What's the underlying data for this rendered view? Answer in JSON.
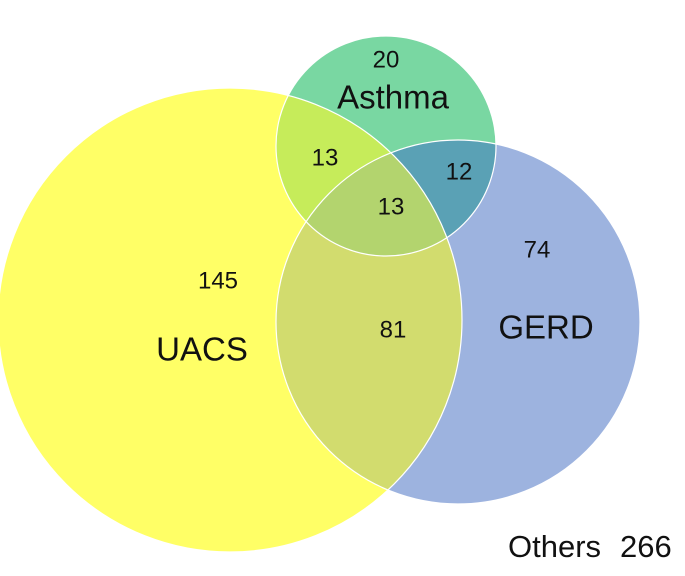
{
  "sets": {
    "asthma": {
      "name": "Asthma",
      "only": "20",
      "color": "#79d7a2"
    },
    "uacs": {
      "name": "UACS",
      "only": "145",
      "color": "#ffff66"
    },
    "gerd": {
      "name": "GERD",
      "only": "74",
      "color": "#9db3df"
    }
  },
  "intersections": {
    "uacs_asthma": "13",
    "asthma_gerd": "12",
    "all_three": "13",
    "uacs_gerd": "81"
  },
  "others": {
    "label": "Others",
    "value": "266"
  },
  "region_colors": {
    "uacs_asthma": "#c6ec5a",
    "asthma_gerd": "#5aa1b5",
    "all_three": "#b3d46e",
    "uacs_gerd": "#d2dc6e"
  }
}
